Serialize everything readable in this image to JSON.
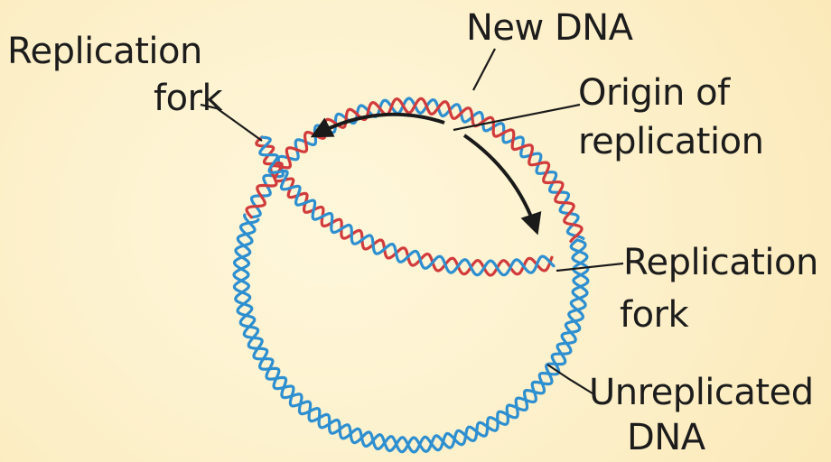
{
  "diagram": {
    "labels": {
      "new_dna": "New DNA",
      "fork_left_1": "Replication",
      "fork_left_2": "fork",
      "origin_1": "Origin of",
      "origin_2": "replication",
      "fork_right_1": "Replication",
      "fork_right_2": "fork",
      "unreplicated_1": "Unreplicated",
      "unreplicated_2": "DNA"
    },
    "colors": {
      "parental_strand": "#2e8fd0",
      "new_strand": "#d23b3b",
      "arrow": "#1a1a1a",
      "leader_line": "#1a1a1a"
    }
  }
}
